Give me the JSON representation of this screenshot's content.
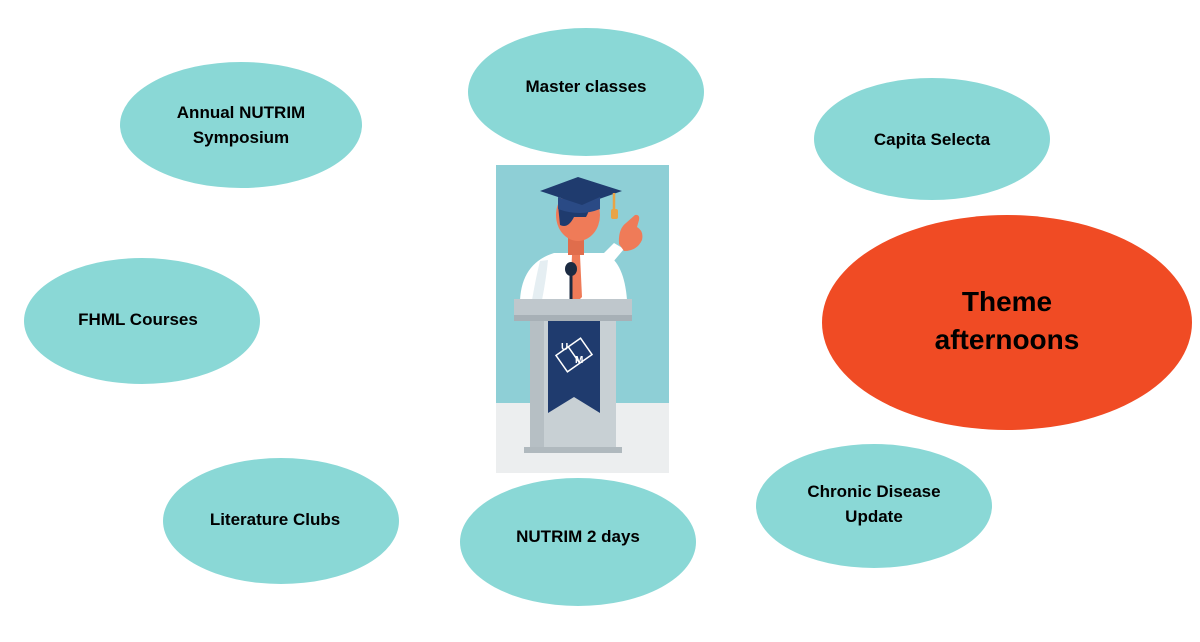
{
  "diagram": {
    "nodes": [
      {
        "id": "symposium",
        "label": "Annual NUTRIM\nSymposium"
      },
      {
        "id": "master",
        "label": "Master classes"
      },
      {
        "id": "capita",
        "label": "Capita Selecta"
      },
      {
        "id": "theme",
        "label": "Theme\nafternoons",
        "highlighted": true
      },
      {
        "id": "fhml",
        "label": "FHML Courses"
      },
      {
        "id": "literature",
        "label": "Literature Clubs"
      },
      {
        "id": "nutrim2",
        "label": "NUTRIM 2 days"
      },
      {
        "id": "chronic",
        "label": "Chronic Disease\nUpdate"
      }
    ],
    "center_image": {
      "icon": "graduate-at-podium-icon",
      "logo_letters": [
        "U",
        "M"
      ]
    },
    "colors": {
      "bubble": "#8ad8d6",
      "highlight": "#f04b24",
      "text": "#000000",
      "illustration_background": "#8ecfd6",
      "podium_banner": "#1f3b6e",
      "skin": "#ef7b58"
    }
  }
}
